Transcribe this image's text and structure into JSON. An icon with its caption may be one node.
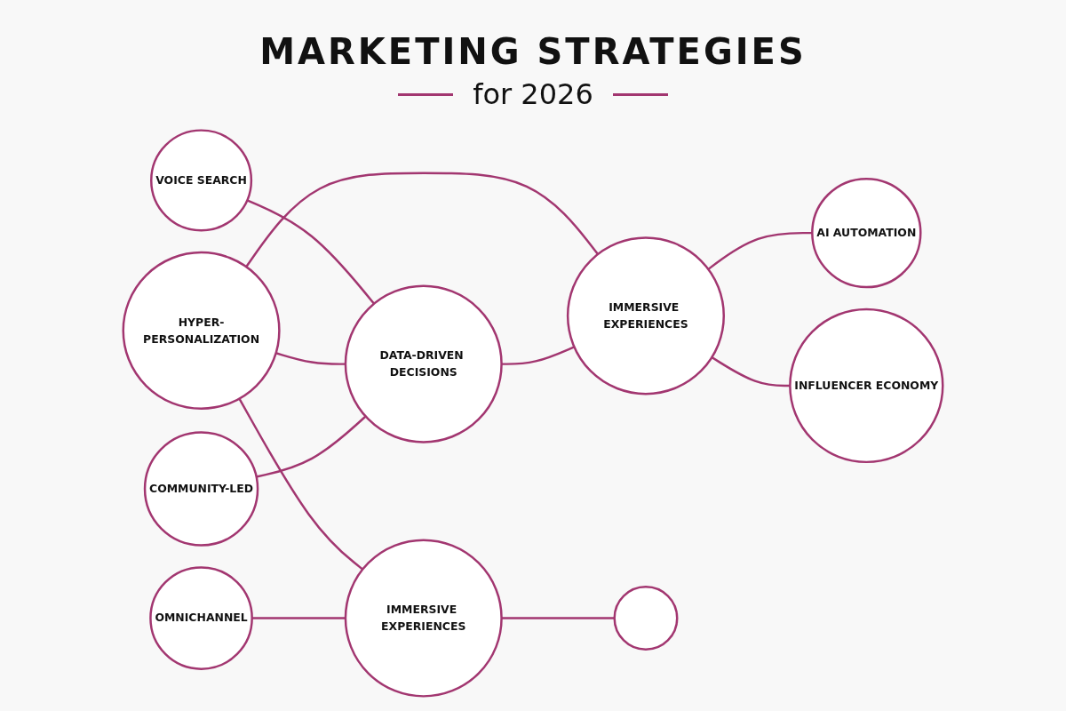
{
  "diagram": {
    "title": "MARKETING STRATEGIES",
    "nodes": [
      {
        "text": [
          "VOICE SEARCH"
        ]
      },
      {
        "text": [
          "HYPER-PERSONALIZATION"
        ]
      },
      {
        "text": [
          "AI AUTOMATION"
        ]
      },
      {
        "text": [
          "COMMUNITY-LED"
        ]
      },
      {
        "text": [
          "DATA-DRIVEN DECISIONS"
        ]
      },
      {
        "text": [
          "IMMERSIVE EXPERIENCES"
        ]
      },
      {
        "text": [
          "INFLUENCER ECONOMY"
        ]
      },
      {
        "text": [
          "OMNICHANNEL"
        ]
      },
      {
        "text": [
          "IMMERSIVE EXPERIENCES"
        ]
      },
      {
        "text": [],
        "shape": "circle"
      }
    ],
    "edges": [
      {
        "from": 0,
        "to": 4,
        "arrow": "none"
      },
      {
        "from": 1,
        "to": 4,
        "arrow": "none"
      },
      {
        "from": 3,
        "to": 4,
        "arrow": "none"
      },
      {
        "from": 5,
        "to": 2,
        "arrow": "none"
      },
      {
        "from": 1,
        "to": 5,
        "arrow": "none"
      },
      {
        "from": 5,
        "to": 6,
        "arrow": "none"
      },
      {
        "from": 4,
        "to": 5,
        "arrow": "none"
      },
      {
        "from": 1,
        "to": 8,
        "arrow": "none"
      },
      {
        "from": 7,
        "to": 8,
        "arrow": "none"
      },
      {
        "from": 8,
        "to": 9,
        "arrow": "none"
      }
    ],
    "labels": [
      "for 2026"
    ]
  }
}
